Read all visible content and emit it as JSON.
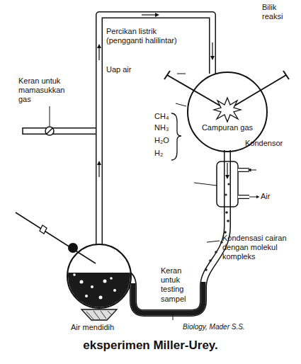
{
  "diagram": {
    "caption": "eksperimen Miller-Urey.",
    "nodes": [
      {
        "text": [
          "Campuran gas"
        ]
      }
    ],
    "labels": [
      "Percikan listrik (pengganti halilintar)",
      "Bilik reaksi",
      "Keran untuk mamasukkan gas",
      "Uap air",
      "CH₄",
      "NH₃",
      "H₂O",
      "H₂",
      "Kondensor",
      "Air",
      "Kondensasi cairan dengan molekul kompleks",
      "Keran untuk testing sampel",
      "Air mendidih",
      "Biology, Mader S.S."
    ]
  }
}
